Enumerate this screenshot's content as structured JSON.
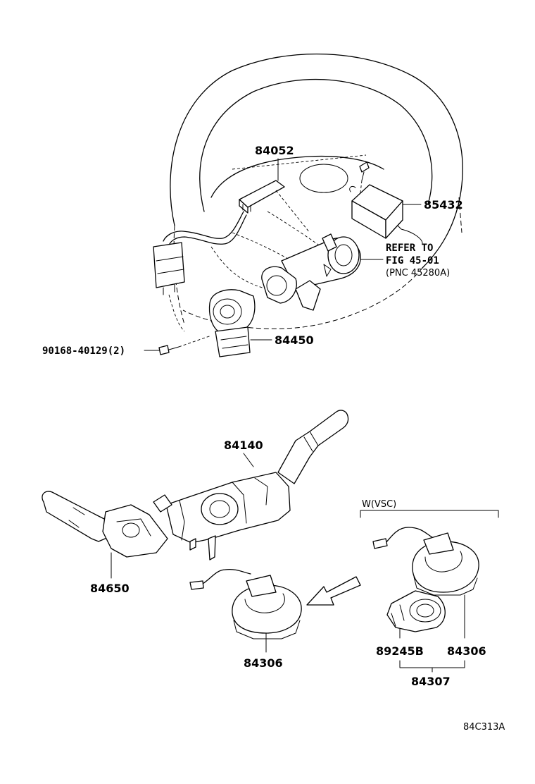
{
  "part_labels": {
    "p84052": "84052",
    "p85432": "85432",
    "p84450": "84450",
    "p90168": "90168-40129(2)",
    "p84140": "84140",
    "p84650": "84650",
    "p84306_main": "84306",
    "p89245b": "89245B",
    "p84306_vsc": "84306",
    "p84307": "84307"
  },
  "reference_note": {
    "line1": "REFER TO",
    "line2": "FIG 45-01",
    "line3": "(PNC 45280A)"
  },
  "variant_label": "W(VSC)",
  "figure_code": "84C313A"
}
